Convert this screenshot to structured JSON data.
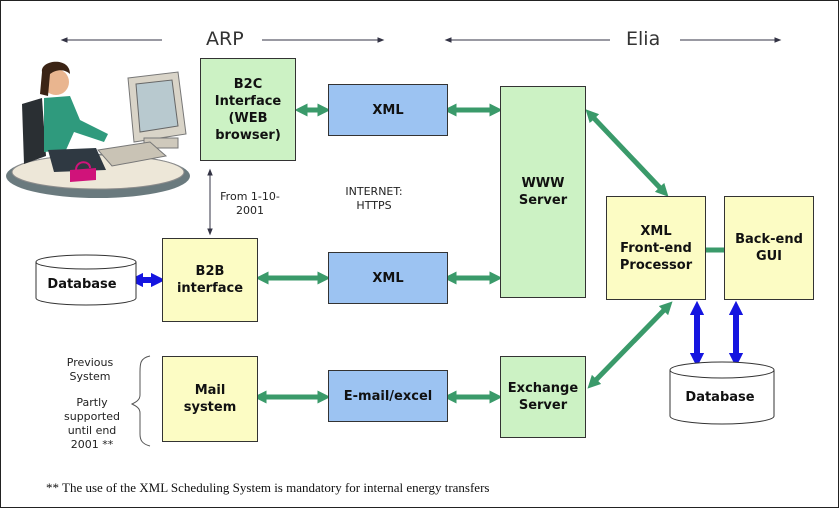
{
  "headers": {
    "arp": "ARP",
    "elia": "Elia"
  },
  "boxes": {
    "b2c": "B2C\nInterface\n(WEB\nbrowser)",
    "xml_top": "XML",
    "www": "WWW\nServer",
    "b2b": "B2B\ninterface",
    "xml_mid": "XML",
    "xml_frontend": "XML\nFront-end\nProcessor",
    "backend_gui": "Back-end\nGUI",
    "mail": "Mail\nsystem",
    "email_excel": "E-mail/excel",
    "exchange": "Exchange\nServer"
  },
  "databases": {
    "left": "Database",
    "right": "Database"
  },
  "notes": {
    "from_date": "From 1-10-\n2001",
    "internet": "INTERNET:\nHTTPS",
    "previous": "Previous\nSystem",
    "partly": "Partly\nsupported\nuntil end\n2001 **"
  },
  "footnote": "** The use of the XML Scheduling System is mandatory for internal energy transfers",
  "colors": {
    "green_box": "#ccf2c4",
    "blue_box": "#9cc3f2",
    "yellow_box": "#fcfcc4",
    "green_arrow": "#3a9a6a",
    "blue_arrow": "#1515e0"
  }
}
